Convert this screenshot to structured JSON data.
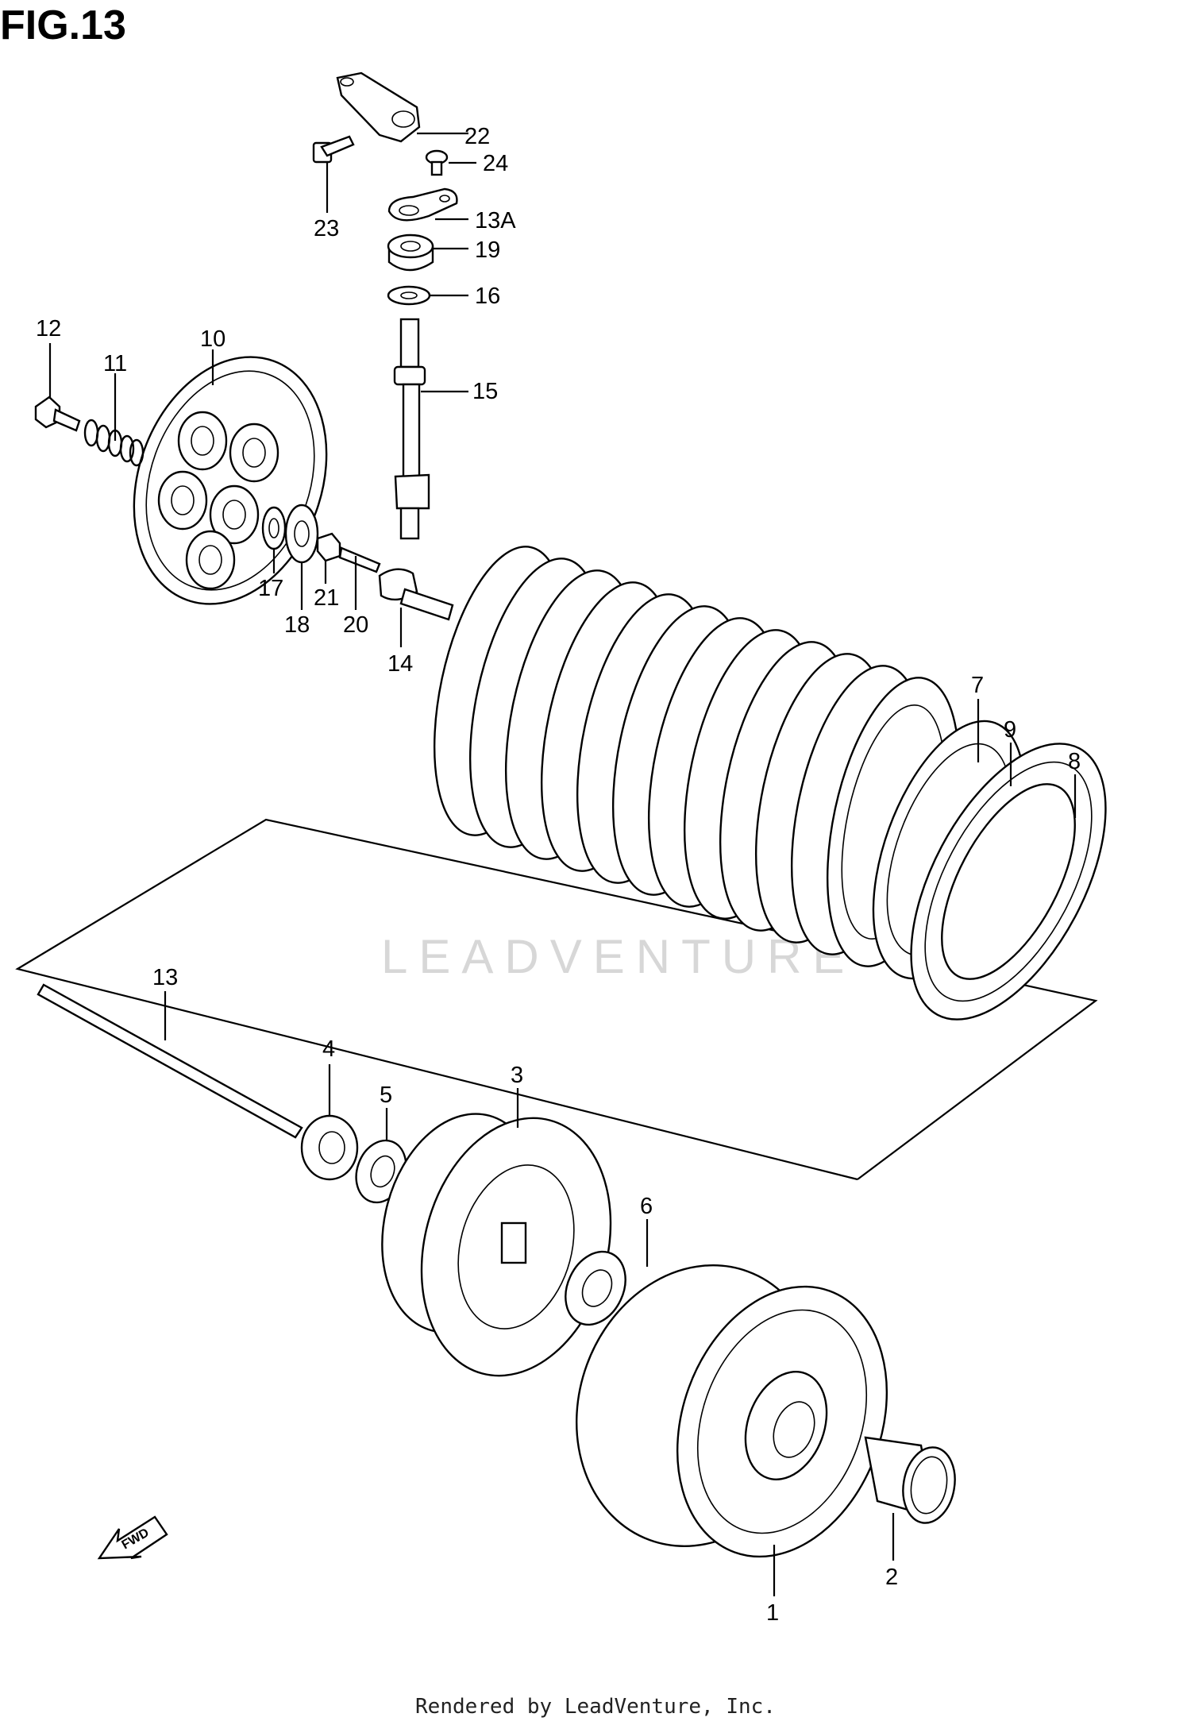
{
  "figure": {
    "title": "FIG.13"
  },
  "callouts": {
    "c1": "1",
    "c2": "2",
    "c3": "3",
    "c4": "4",
    "c5": "5",
    "c6": "6",
    "c7": "7",
    "c8": "8",
    "c9": "9",
    "c10": "10",
    "c11": "11",
    "c12": "12",
    "c13": "13",
    "c13a": "13A",
    "c14": "14",
    "c15": "15",
    "c16": "16",
    "c17": "17",
    "c18": "18",
    "c19": "19",
    "c20": "20",
    "c21": "21",
    "c22": "22",
    "c23": "23",
    "c24": "24"
  },
  "fwd_label": "FWD",
  "watermark": "LEADVENTURE",
  "footer": "Rendered by LeadVenture, Inc."
}
